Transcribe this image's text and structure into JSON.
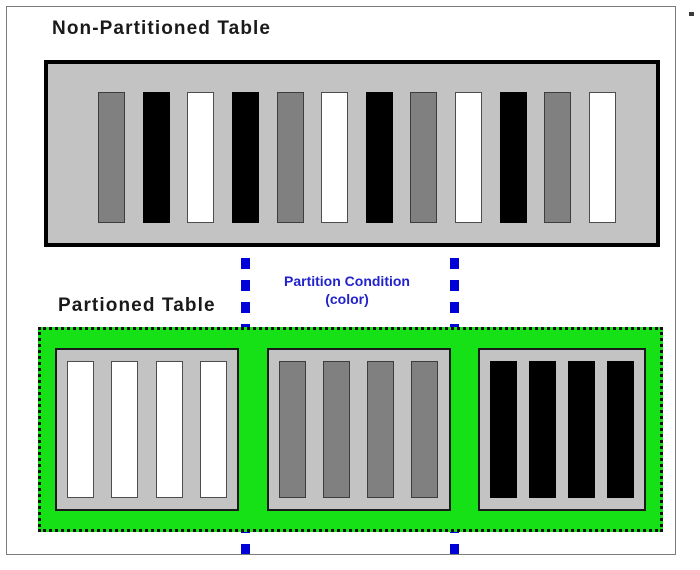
{
  "diagram": {
    "non_partitioned": {
      "title": "Non-Partitioned Table",
      "rows": [
        {
          "color_name": "gray",
          "hex": "#808080"
        },
        {
          "color_name": "black",
          "hex": "#000000"
        },
        {
          "color_name": "white",
          "hex": "#ffffff"
        },
        {
          "color_name": "black",
          "hex": "#000000"
        },
        {
          "color_name": "gray",
          "hex": "#808080"
        },
        {
          "color_name": "white",
          "hex": "#ffffff"
        },
        {
          "color_name": "black",
          "hex": "#000000"
        },
        {
          "color_name": "gray",
          "hex": "#808080"
        },
        {
          "color_name": "white",
          "hex": "#ffffff"
        },
        {
          "color_name": "black",
          "hex": "#000000"
        },
        {
          "color_name": "gray",
          "hex": "#808080"
        },
        {
          "color_name": "white",
          "hex": "#ffffff"
        }
      ]
    },
    "annotation": {
      "line1": "Partition Condition",
      "line2": "(color)",
      "text_color": "#2222cc",
      "divider_color": "#0000d8"
    },
    "partitioned": {
      "title": "Partioned Table",
      "container_color": "#16e016",
      "partitions": [
        {
          "name": "partition-white",
          "rows": [
            {
              "color_name": "white",
              "hex": "#ffffff"
            },
            {
              "color_name": "white",
              "hex": "#ffffff"
            },
            {
              "color_name": "white",
              "hex": "#ffffff"
            },
            {
              "color_name": "white",
              "hex": "#ffffff"
            }
          ]
        },
        {
          "name": "partition-gray",
          "rows": [
            {
              "color_name": "gray",
              "hex": "#808080"
            },
            {
              "color_name": "gray",
              "hex": "#808080"
            },
            {
              "color_name": "gray",
              "hex": "#808080"
            },
            {
              "color_name": "gray",
              "hex": "#808080"
            }
          ]
        },
        {
          "name": "partition-black",
          "rows": [
            {
              "color_name": "black",
              "hex": "#000000"
            },
            {
              "color_name": "black",
              "hex": "#000000"
            },
            {
              "color_name": "black",
              "hex": "#000000"
            },
            {
              "color_name": "black",
              "hex": "#000000"
            }
          ]
        }
      ]
    }
  }
}
